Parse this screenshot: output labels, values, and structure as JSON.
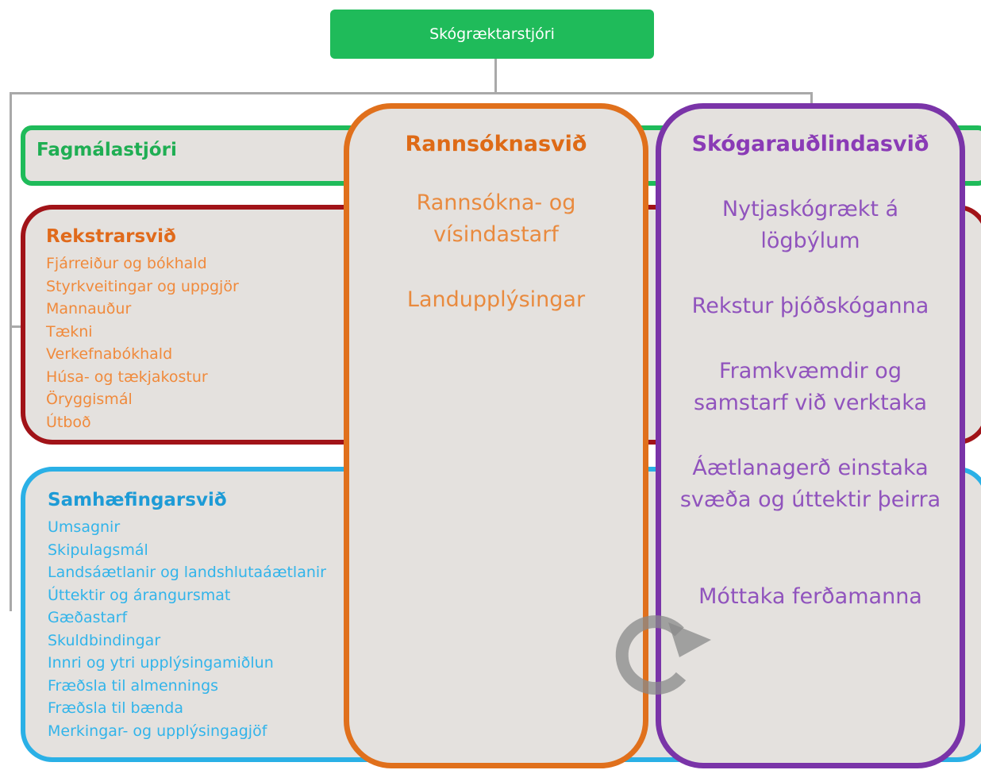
{
  "top": {
    "label": "Skógræktarstjóri"
  },
  "departments": {
    "fagmal": {
      "title": "Fagmálastjóri"
    },
    "rekstur": {
      "title": "Rekstrarsvið",
      "items": [
        "Fjárreiður og bókhald",
        "Styrkveitingar og uppgjör",
        "Mannauður",
        "Tækni",
        "Verkefnabókhald",
        "Húsa- og tækjakostur",
        "Öryggismál",
        "Útboð"
      ]
    },
    "samhaefing": {
      "title": "Samhæfingarsvið",
      "items": [
        "Umsagnir",
        "Skipulagsmál",
        "Landsáætlanir og landshlutaáætlanir",
        "Úttektir og árangursmat",
        "Gæðastarf",
        "Skuldbindingar",
        "Innri og ytri upplýsingamiðlun",
        "Fræðsla til almennings",
        "Fræðsla til bænda",
        "Merkingar- og upplýsingagjöf"
      ]
    }
  },
  "columns": {
    "rannsokn": {
      "title": "Rannsóknasvið",
      "items": [
        "Rannsókna- og vísindastarf",
        "Landupplýsingar"
      ]
    },
    "skogar": {
      "title": "Skógarauðlindasvið",
      "items": [
        "Nytjaskógrækt á lögbýlum",
        "Rekstur þjóðskóganna",
        "Framkvæmdir og samstarf við verktaka",
        "Áætlanagerð einstaka svæða og úttektir þeirra",
        "Móttaka ferðamanna"
      ]
    }
  },
  "colors": {
    "green": "#1fbb5a",
    "red": "#a11318",
    "blue": "#2ab0e6",
    "orange": "#e0701c",
    "purple": "#7a34a8",
    "panel": "#e4e1de"
  },
  "icons": {
    "cycle": "cycle-arrow-icon"
  }
}
